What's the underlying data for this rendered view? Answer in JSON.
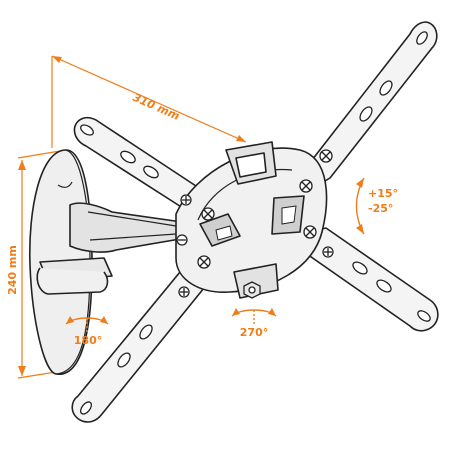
{
  "dimensions": {
    "width_label": "310 mm",
    "height_label": "240 mm"
  },
  "rotations": {
    "tilt_up": "+15°",
    "tilt_down": "-25°",
    "swivel": "270°",
    "base_pivot": "180°"
  },
  "colors": {
    "accent": "#ef7d1a",
    "outline": "#222222",
    "fill_light": "#f2f2f2",
    "fill_mid": "#d9d9d9"
  }
}
